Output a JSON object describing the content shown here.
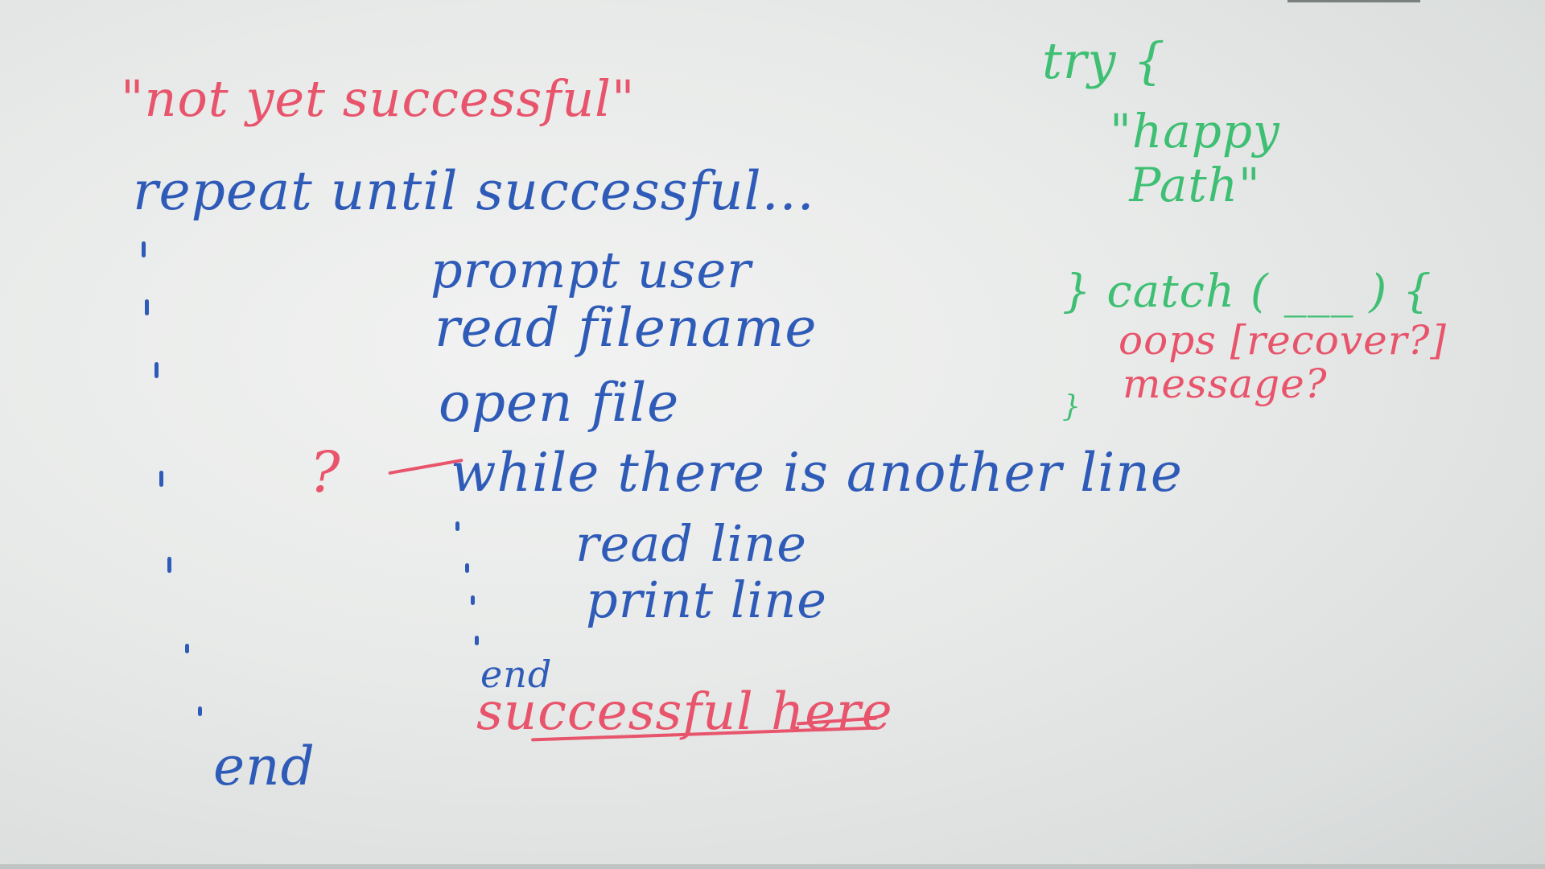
{
  "whiteboard": {
    "red_note_top": "\"not yet successful\"",
    "repeat_line": "repeat until successful...",
    "prompt_user": "prompt user",
    "read_filename": "read filename",
    "open_file": "open file",
    "question_mark": "?",
    "while_line": "while there is another line",
    "read_line": "read line",
    "print_line": "print line",
    "inner_end": "end",
    "successful_here": "successful here",
    "outer_end": "end",
    "try_line": "try {",
    "happy_path": "\"happy Path\"",
    "catch_line": "} catch ( ___ ) {",
    "oops_line": "oops [recover?]",
    "message_line": "message?",
    "green_close": "}"
  },
  "colors": {
    "blue_marker": "#2f5bb8",
    "red_marker": "#e8546b",
    "green_marker": "#3fbf73"
  }
}
